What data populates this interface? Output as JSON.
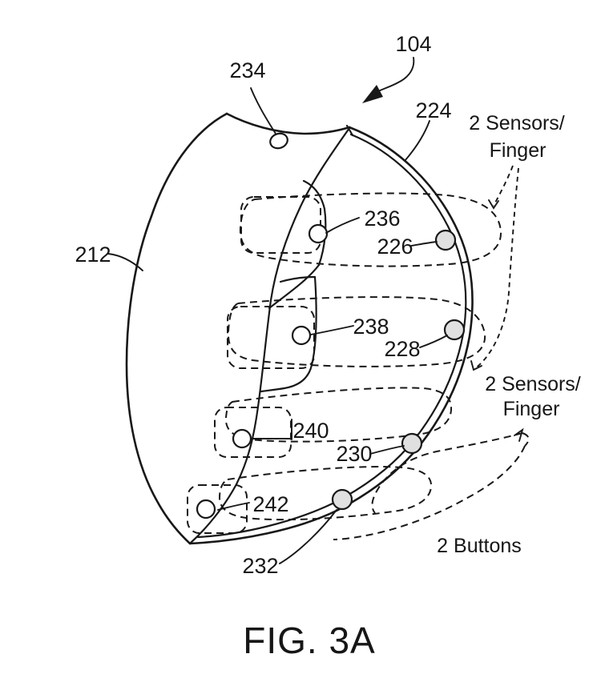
{
  "page": {
    "background_color": "#ffffff",
    "ink_color": "#181818",
    "shaded_sensor_fill": "#e0e0e0",
    "open_sensor_fill": "#ffffff"
  },
  "figure": {
    "caption": "FIG. 3A"
  },
  "reference_labels": {
    "r104": "104",
    "r212": "212",
    "r224": "224",
    "r226": "226",
    "r228": "228",
    "r230": "230",
    "r232": "232",
    "r234": "234",
    "r236": "236",
    "r238": "238",
    "r240": "240",
    "r242": "242"
  },
  "annotations": {
    "sensors_upper": {
      "line1": "2 Sensors/",
      "line2": "Finger"
    },
    "sensors_lower": {
      "line1": "2 Sensors/",
      "line2": "Finger"
    },
    "buttons": "2 Buttons"
  }
}
